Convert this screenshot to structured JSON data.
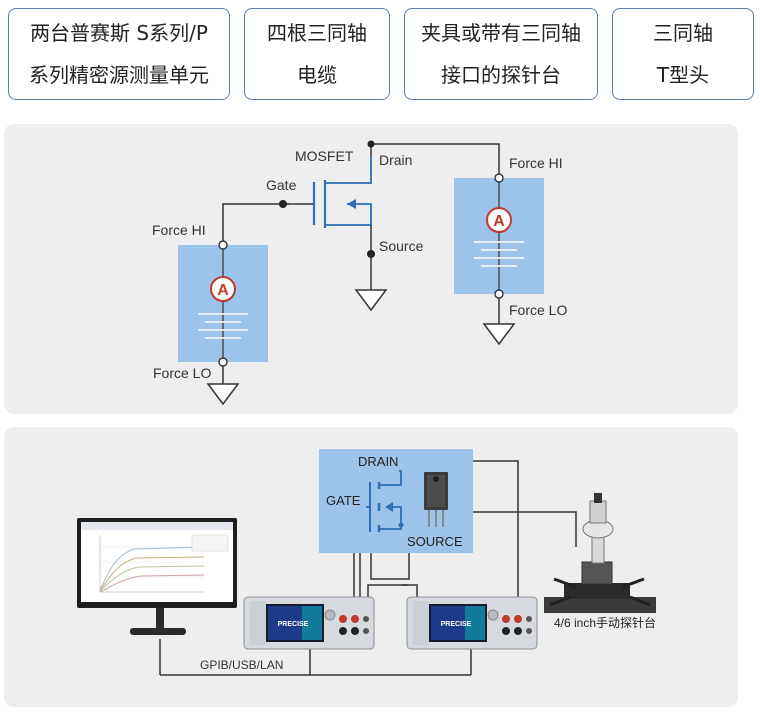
{
  "tags": [
    {
      "line1": "两台普赛斯  S系列/P",
      "line2": "系列精密源测量单元"
    },
    {
      "line1": "四根三同轴",
      "line2": "电缆"
    },
    {
      "line1": "夹具或带有三同轴",
      "line2": "接口的探针台"
    },
    {
      "line1": "三同轴",
      "line2": "T型头"
    }
  ],
  "schematic": {
    "mosfet": "MOSFET",
    "gate": "Gate",
    "drain": "Drain",
    "source": "Source",
    "left_force_hi": "Force HI",
    "left_force_lo": "Force LO",
    "right_force_hi": "Force HI",
    "right_force_lo": "Force LO",
    "ammeter_symbol": "A"
  },
  "setup": {
    "drain": "DRAIN",
    "gate": "GATE",
    "source": "SOURCE",
    "interface": "GPIB/USB/LAN",
    "probe_station": "4/6 inch手动探针台",
    "smu_brand": "PRECISE"
  },
  "colors": {
    "smu_fill": "#9cc3ea",
    "mosfet_blue": "#2f6fb5",
    "ammeter_red": "#c0392b",
    "panel_bg": "#eeeeee",
    "box_border": "#5a7fa8"
  }
}
